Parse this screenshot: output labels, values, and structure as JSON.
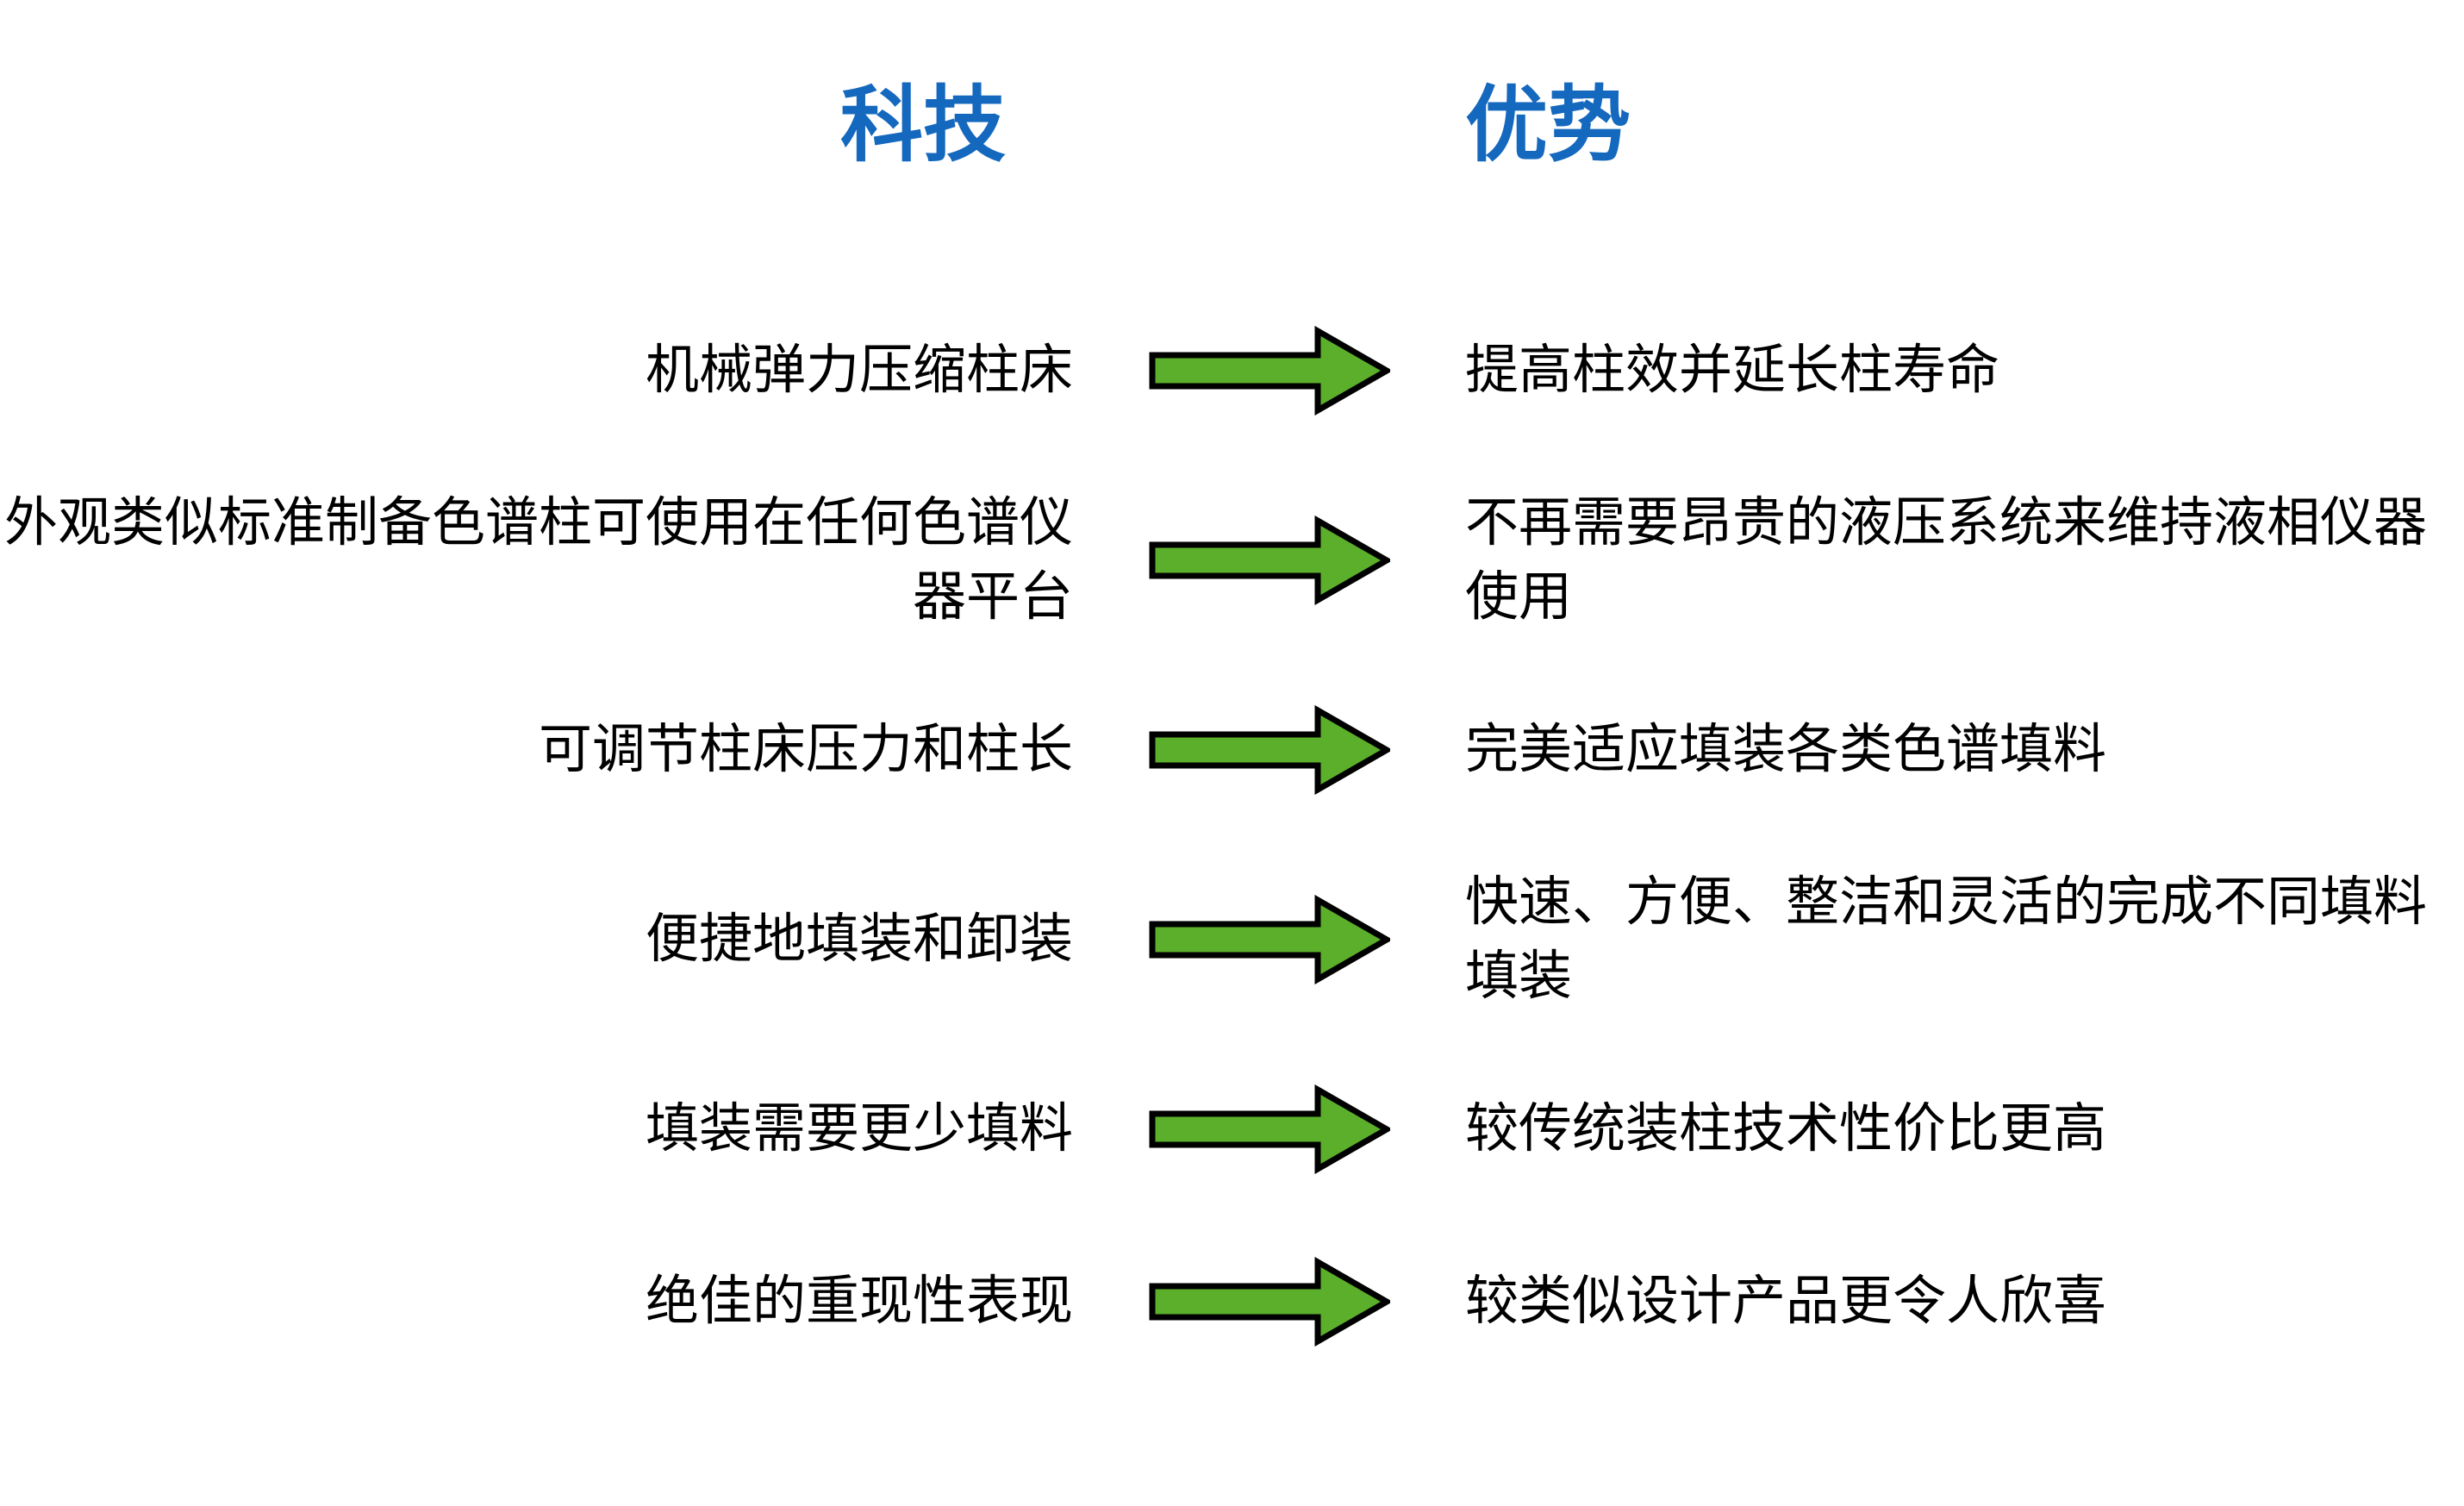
{
  "slide": {
    "background_color": "#ffffff",
    "accent_color": "#1468BE",
    "arrow_fill_color": "#5BAF2B",
    "arrow_stroke_color": "#000000",
    "text_color": "#000000"
  },
  "headers": {
    "left": "科技",
    "right": "优势"
  },
  "rows": [
    {
      "technology": "机械弹力压缩柱床",
      "arrow": "right-arrow-icon",
      "advantage": "提高柱效并延长柱寿命"
    },
    {
      "technology": "外观类似标准制备色谱柱可使用在任何色谱仪器平台",
      "arrow": "right-arrow-icon",
      "advantage": "不再需要昂贵的液压系统来维持液相仪器使用"
    },
    {
      "technology": "可调节柱床压力和柱长",
      "arrow": "right-arrow-icon",
      "advantage": "完美适应填装各类色谱填料"
    },
    {
      "technology": "便捷地填装和卸装",
      "arrow": "right-arrow-icon",
      "advantage": "快速、方便、整洁和灵活的完成不同填料填装"
    },
    {
      "technology": "填装需要更少填料",
      "arrow": "right-arrow-icon",
      "advantage": "较传统装柱技术性价比更高"
    },
    {
      "technology": "绝佳的重现性表现",
      "arrow": "right-arrow-icon",
      "advantage": "较类似设计产品更令人欣喜"
    }
  ]
}
